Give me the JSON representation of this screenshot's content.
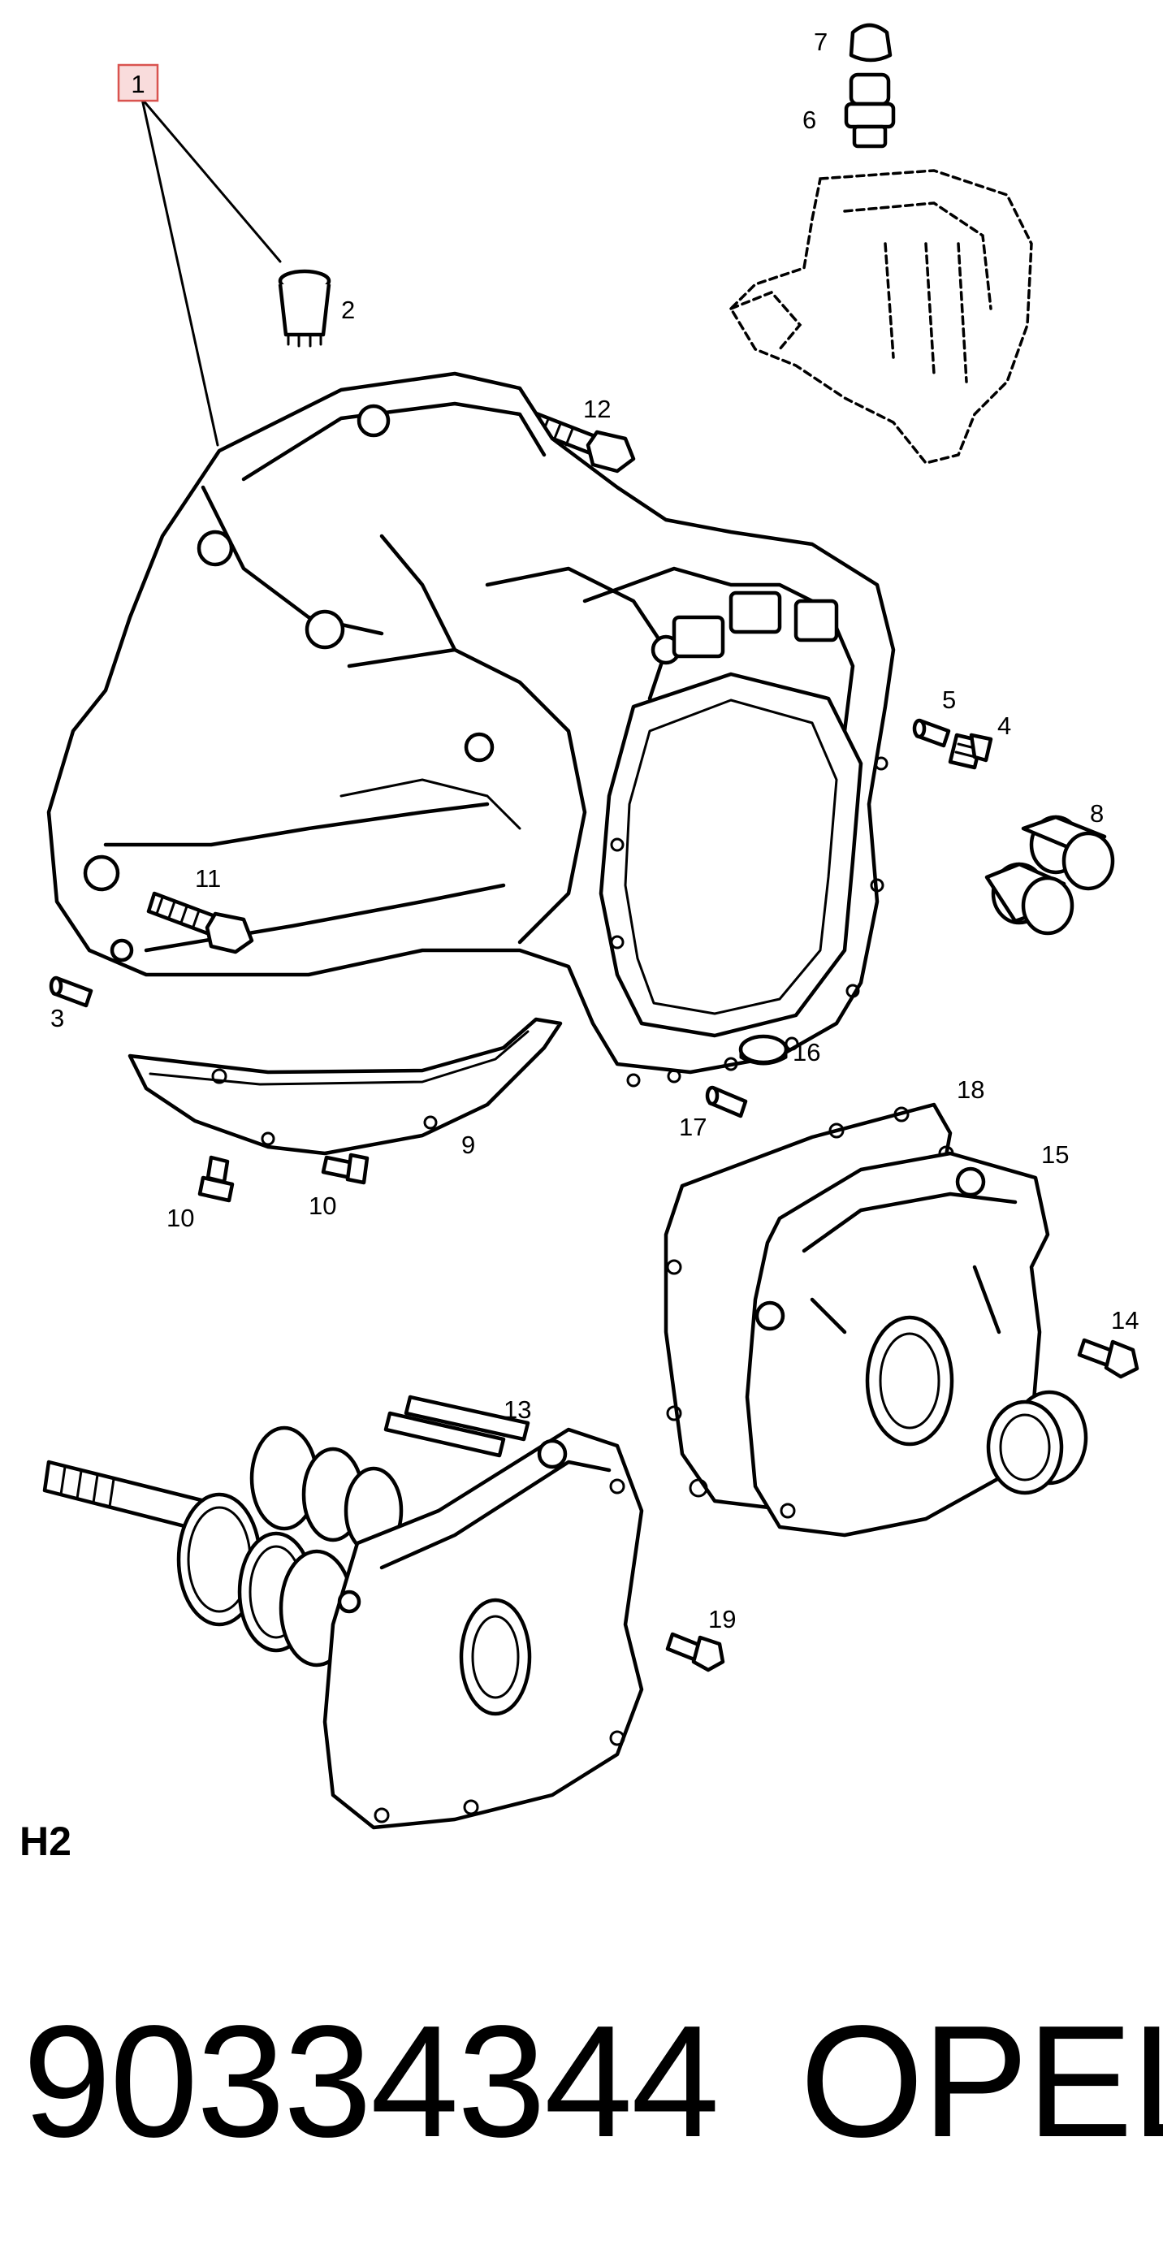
{
  "diagram": {
    "callouts": [
      {
        "id": "1",
        "text": "1",
        "highlighted": true
      },
      {
        "id": "2",
        "text": "2"
      },
      {
        "id": "3",
        "text": "3"
      },
      {
        "id": "4",
        "text": "4"
      },
      {
        "id": "5",
        "text": "5"
      },
      {
        "id": "6",
        "text": "6"
      },
      {
        "id": "7",
        "text": "7"
      },
      {
        "id": "8",
        "text": "8"
      },
      {
        "id": "9",
        "text": "9"
      },
      {
        "id": "10a",
        "text": "10"
      },
      {
        "id": "10b",
        "text": "10"
      },
      {
        "id": "11",
        "text": "11"
      },
      {
        "id": "12",
        "text": "12"
      },
      {
        "id": "13",
        "text": "13"
      },
      {
        "id": "14",
        "text": "14"
      },
      {
        "id": "15",
        "text": "15"
      },
      {
        "id": "16",
        "text": "16"
      },
      {
        "id": "17",
        "text": "17"
      },
      {
        "id": "18",
        "text": "18"
      },
      {
        "id": "19",
        "text": "19"
      }
    ],
    "highlight_color": "#d9534f",
    "highlight_fill": "#f9dcdc",
    "line_color": "#000000"
  },
  "sheet_code": "H2",
  "part_number": "90334344",
  "brand": "OPEL"
}
